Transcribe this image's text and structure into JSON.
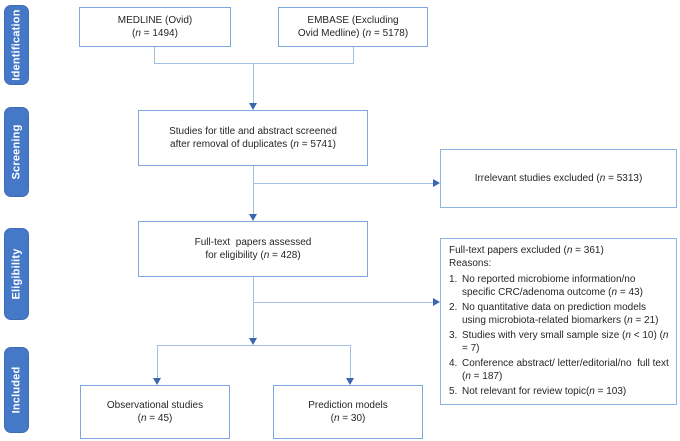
{
  "colors": {
    "stage_bg": "#4678C8",
    "stage_text": "#FFFFFF",
    "box_border": "#7EA6E0",
    "side_box_border": "#8EB4E3",
    "line": "#A4BFE4",
    "arrow": "#3A66B0",
    "text": "#262626",
    "background": "#FFFFFF"
  },
  "stages": {
    "identification": "Identification",
    "screening": "Screening",
    "eligibility": "Eligibility",
    "included": "Included"
  },
  "boxes": {
    "medline": {
      "lines": [
        [
          "MEDLINE (Ovid)"
        ],
        [
          "(",
          {
            "i": "n"
          },
          " = 1494)"
        ]
      ]
    },
    "embase": {
      "lines": [
        [
          "EMBASE (Excluding"
        ],
        [
          "Ovid Medline) (",
          {
            "i": "n"
          },
          " = 5178)"
        ]
      ]
    },
    "screened": {
      "lines": [
        [
          "Studies for title and abstract screened"
        ],
        [
          "after removal of duplicates (",
          {
            "i": "n"
          },
          " = 5741)"
        ]
      ]
    },
    "irrelevant": {
      "lines": [
        [
          "Irrelevant studies excluded (",
          {
            "i": "n"
          },
          " = 5313)"
        ]
      ]
    },
    "fulltext": {
      "lines": [
        [
          "Full-text  papers assessed"
        ],
        [
          "for eligibility (",
          {
            "i": "n"
          },
          " = 428)"
        ]
      ]
    },
    "excluded": {
      "header": [
        [
          "Full-text papers excluded (",
          {
            "i": "n"
          },
          " = 361)"
        ],
        [
          "Reasons:"
        ]
      ],
      "reasons": [
        {
          "num": "1.",
          "segs": [
            "No reported microbiome information/no specific CRC/adenoma outcome (",
            {
              "i": "n"
            },
            " = 43)"
          ]
        },
        {
          "num": "2.",
          "segs": [
            "No quantitative data on prediction models using microbiota-related biomarkers (",
            {
              "i": "n"
            },
            " = 21)"
          ]
        },
        {
          "num": "3.",
          "segs": [
            "Studies with very small sample size (",
            {
              "i": "n"
            },
            " < 10) (",
            {
              "i": "n"
            },
            " = 7)"
          ]
        },
        {
          "num": "4.",
          "segs": [
            "Conference abstract/ letter/editorial/no  full text (",
            {
              "i": "n"
            },
            " = 187)"
          ]
        },
        {
          "num": "5.",
          "segs": [
            "Not relevant for review topic(",
            {
              "i": "n"
            },
            " = 103)"
          ]
        }
      ]
    },
    "observational": {
      "lines": [
        [
          "Observational studies"
        ],
        [
          "(",
          {
            "i": "n"
          },
          " = 45)"
        ]
      ]
    },
    "prediction": {
      "lines": [
        [
          "Prediction models"
        ],
        [
          "(",
          {
            "i": "n"
          },
          " = 30)"
        ]
      ]
    }
  }
}
